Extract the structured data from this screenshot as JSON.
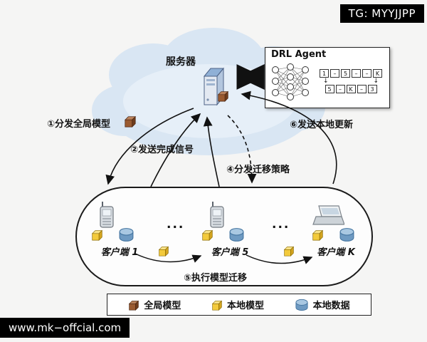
{
  "badge": "TG: MYYJJPP",
  "watermark": "www.mk−offcial.com",
  "cloud": {
    "server_label": "服务器"
  },
  "drl_agent": {
    "title": "DRL Agent",
    "top_row": [
      "1",
      "–",
      "5",
      "–",
      "–",
      "K"
    ],
    "bottom_row": [
      "5",
      "–",
      "K",
      "–",
      "3"
    ]
  },
  "steps": {
    "distribute_global_model": "①分发全局模型",
    "send_completion_signal": "②发送完成信号",
    "distribute_migration_policy": "④分发迁移策略",
    "execute_model_migration": "⑤执行模型迁移",
    "send_local_update": "⑥发送本地更新"
  },
  "clients": {
    "items": [
      {
        "label": "客户端 1"
      },
      {
        "label": "客户端 5"
      },
      {
        "label": "客户端 K"
      }
    ],
    "ellipsis": "..."
  },
  "legend": {
    "items": [
      {
        "label": "全局模型"
      },
      {
        "label": "本地模型"
      },
      {
        "label": "本地数据"
      }
    ]
  },
  "colors": {
    "global_model": "#9a5a30",
    "local_model": "#f3ca3c",
    "local_data": "#6e9ac2"
  }
}
